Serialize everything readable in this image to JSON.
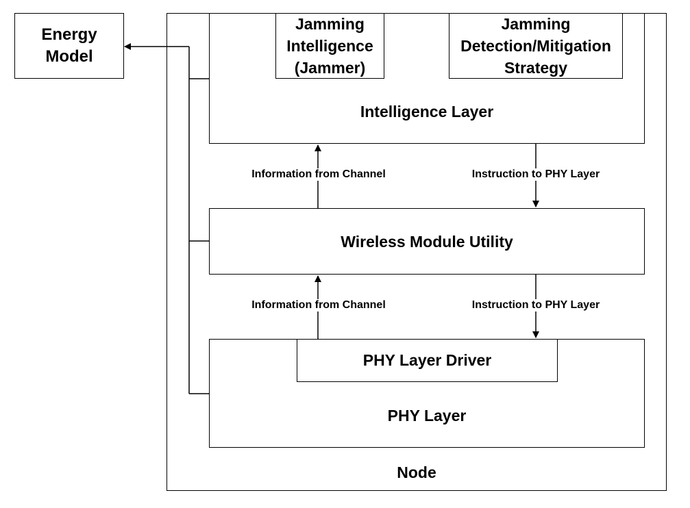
{
  "energy_model": "Energy\nModel",
  "node": "Node",
  "intelligence_layer": {
    "title": "Intelligence Layer",
    "jamming_intelligence": "Jamming\nIntelligence\n(Jammer)",
    "jamming_detection": "Jamming\nDetection/Mitigation\nStrategy"
  },
  "wireless_module_utility": "Wireless Module Utility",
  "phy_layer": {
    "title": "PHY Layer",
    "driver": "PHY Layer Driver"
  },
  "flows": {
    "upper_left": "Information from Channel",
    "upper_right": "Instruction to PHY Layer",
    "lower_left": "Information from Channel",
    "lower_right": "Instruction to PHY Layer"
  }
}
